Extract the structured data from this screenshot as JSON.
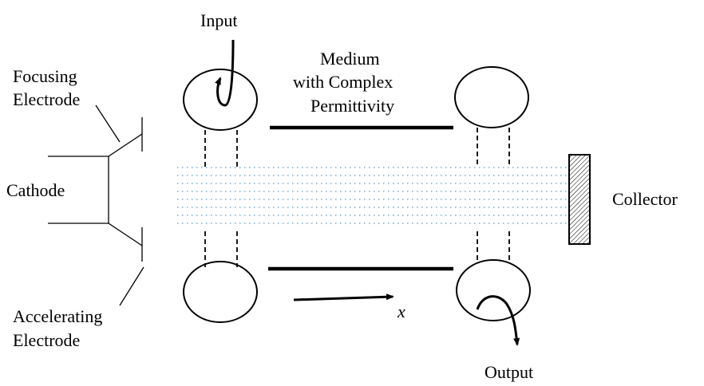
{
  "labels": {
    "input": "Input",
    "output": "Output",
    "medium_line1": "Medium",
    "medium_line2": "with Complex",
    "medium_line3": "Permittivity",
    "focusing_line1": "Focusing",
    "focusing_line2": "Electrode",
    "cathode": "Cathode",
    "accelerating_line1": "Accelerating",
    "accelerating_line2": "Electrode",
    "collector": "Collector",
    "x_axis": "x"
  },
  "colors": {
    "stroke": "#000000",
    "beam": "#5b9bd5"
  }
}
